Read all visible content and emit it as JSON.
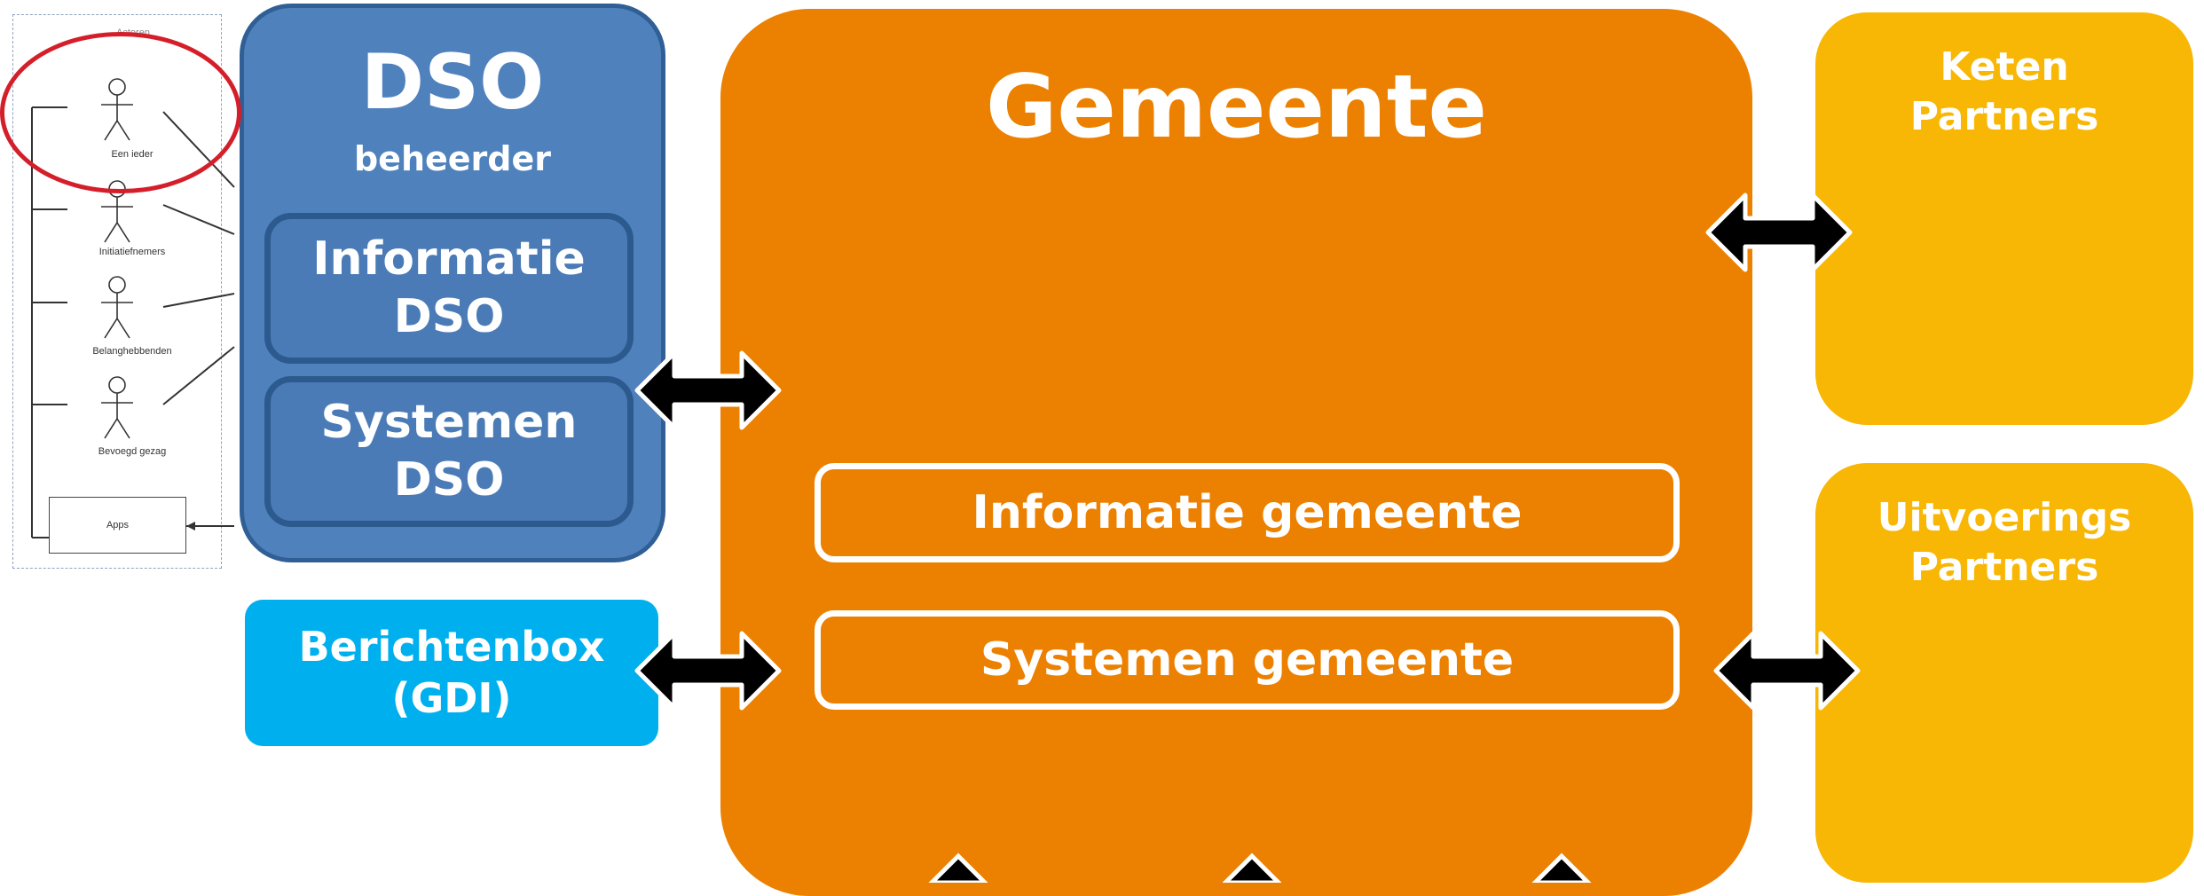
{
  "actor_panel": {
    "header": "Actoren",
    "actors": [
      "Een ieder",
      "Initiatiefnemers",
      "Belanghebbenden",
      "Bevoegd gezag"
    ],
    "apps_label": "Apps"
  },
  "dso": {
    "title": "DSO",
    "subtitle": "beheerder",
    "info_line1": "Informatie",
    "info_line2": "DSO",
    "sys_line1": "Systemen",
    "sys_line2": "DSO"
  },
  "berichtenbox": {
    "line1": "Berichtenbox",
    "line2": "(GDI)"
  },
  "gemeente": {
    "title": "Gemeente",
    "info": "Informatie gemeente",
    "systems": "Systemen gemeente"
  },
  "partners": {
    "keten_line1": "Keten",
    "keten_line2": "Partners",
    "uitvoering_line1": "Uitvoerings",
    "uitvoering_line2": "Partners"
  },
  "colors": {
    "dso_blue": "#4f81bd",
    "berichtenbox_blue": "#00b0ee",
    "gemeente_orange": "#ec8000",
    "partner_yellow": "#f8b705",
    "highlight_red": "#d41f2a"
  }
}
